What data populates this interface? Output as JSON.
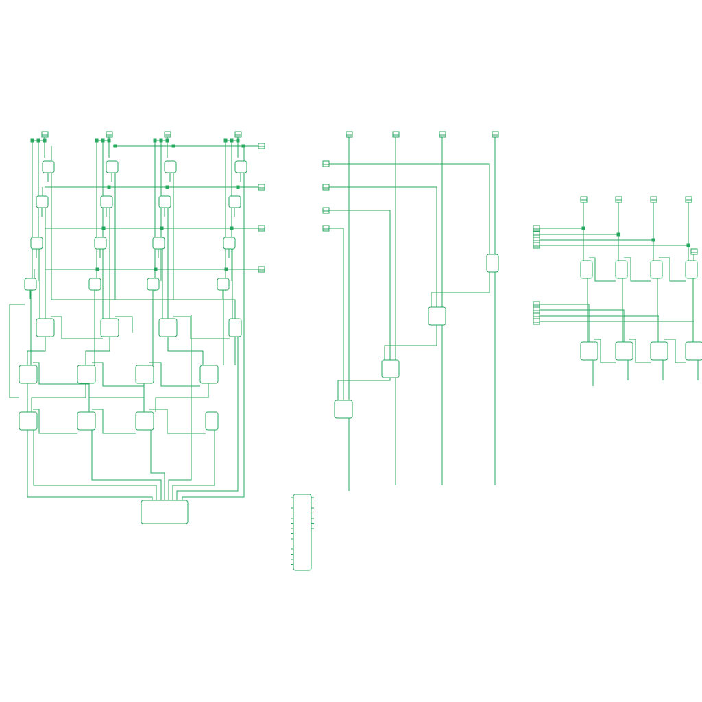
{
  "colors": {
    "wire": "#27a85f",
    "junction": "#27a85f",
    "block_fill": "#ffffff",
    "background": "#ffffff"
  },
  "diagram": {
    "kind": "logic-circuit-schematic",
    "sections": [
      "multiplier-array",
      "ripple-chain",
      "register-bank",
      "ic-chip"
    ]
  }
}
